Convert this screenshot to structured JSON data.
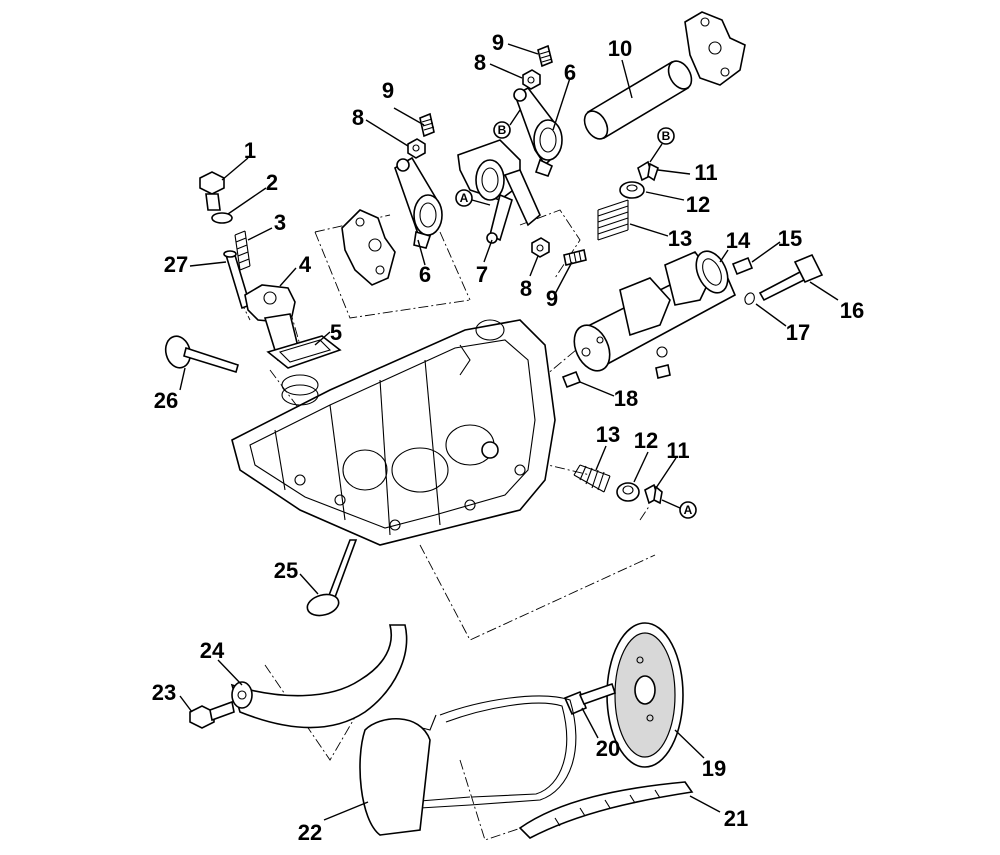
{
  "parts": [
    {
      "id": "p1",
      "num": "1"
    },
    {
      "id": "p2",
      "num": "2"
    },
    {
      "id": "p3",
      "num": "3"
    },
    {
      "id": "p4",
      "num": "4"
    },
    {
      "id": "p5",
      "num": "5"
    },
    {
      "id": "p6a",
      "num": "6"
    },
    {
      "id": "p6b",
      "num": "6"
    },
    {
      "id": "p7",
      "num": "7"
    },
    {
      "id": "p8a",
      "num": "8"
    },
    {
      "id": "p8b",
      "num": "8"
    },
    {
      "id": "p8c",
      "num": "8"
    },
    {
      "id": "p9a",
      "num": "9"
    },
    {
      "id": "p9b",
      "num": "9"
    },
    {
      "id": "p9c",
      "num": "9"
    },
    {
      "id": "p10",
      "num": "10"
    },
    {
      "id": "p11a",
      "num": "11"
    },
    {
      "id": "p11b",
      "num": "11"
    },
    {
      "id": "p12a",
      "num": "12"
    },
    {
      "id": "p12b",
      "num": "12"
    },
    {
      "id": "p13a",
      "num": "13"
    },
    {
      "id": "p13b",
      "num": "13"
    },
    {
      "id": "p14",
      "num": "14"
    },
    {
      "id": "p15",
      "num": "15"
    },
    {
      "id": "p16",
      "num": "16"
    },
    {
      "id": "p17",
      "num": "17"
    },
    {
      "id": "p18",
      "num": "18"
    },
    {
      "id": "p19",
      "num": "19"
    },
    {
      "id": "p20",
      "num": "20"
    },
    {
      "id": "p21",
      "num": "21"
    },
    {
      "id": "p22",
      "num": "22"
    },
    {
      "id": "p23",
      "num": "23"
    },
    {
      "id": "p24",
      "num": "24"
    },
    {
      "id": "p25",
      "num": "25"
    },
    {
      "id": "p26",
      "num": "26"
    },
    {
      "id": "p27",
      "num": "27"
    }
  ],
  "callouts": [
    {
      "id": "cA1",
      "letter": "A"
    },
    {
      "id": "cA2",
      "letter": "A"
    },
    {
      "id": "cB1",
      "letter": "B"
    },
    {
      "id": "cB2",
      "letter": "B"
    }
  ]
}
